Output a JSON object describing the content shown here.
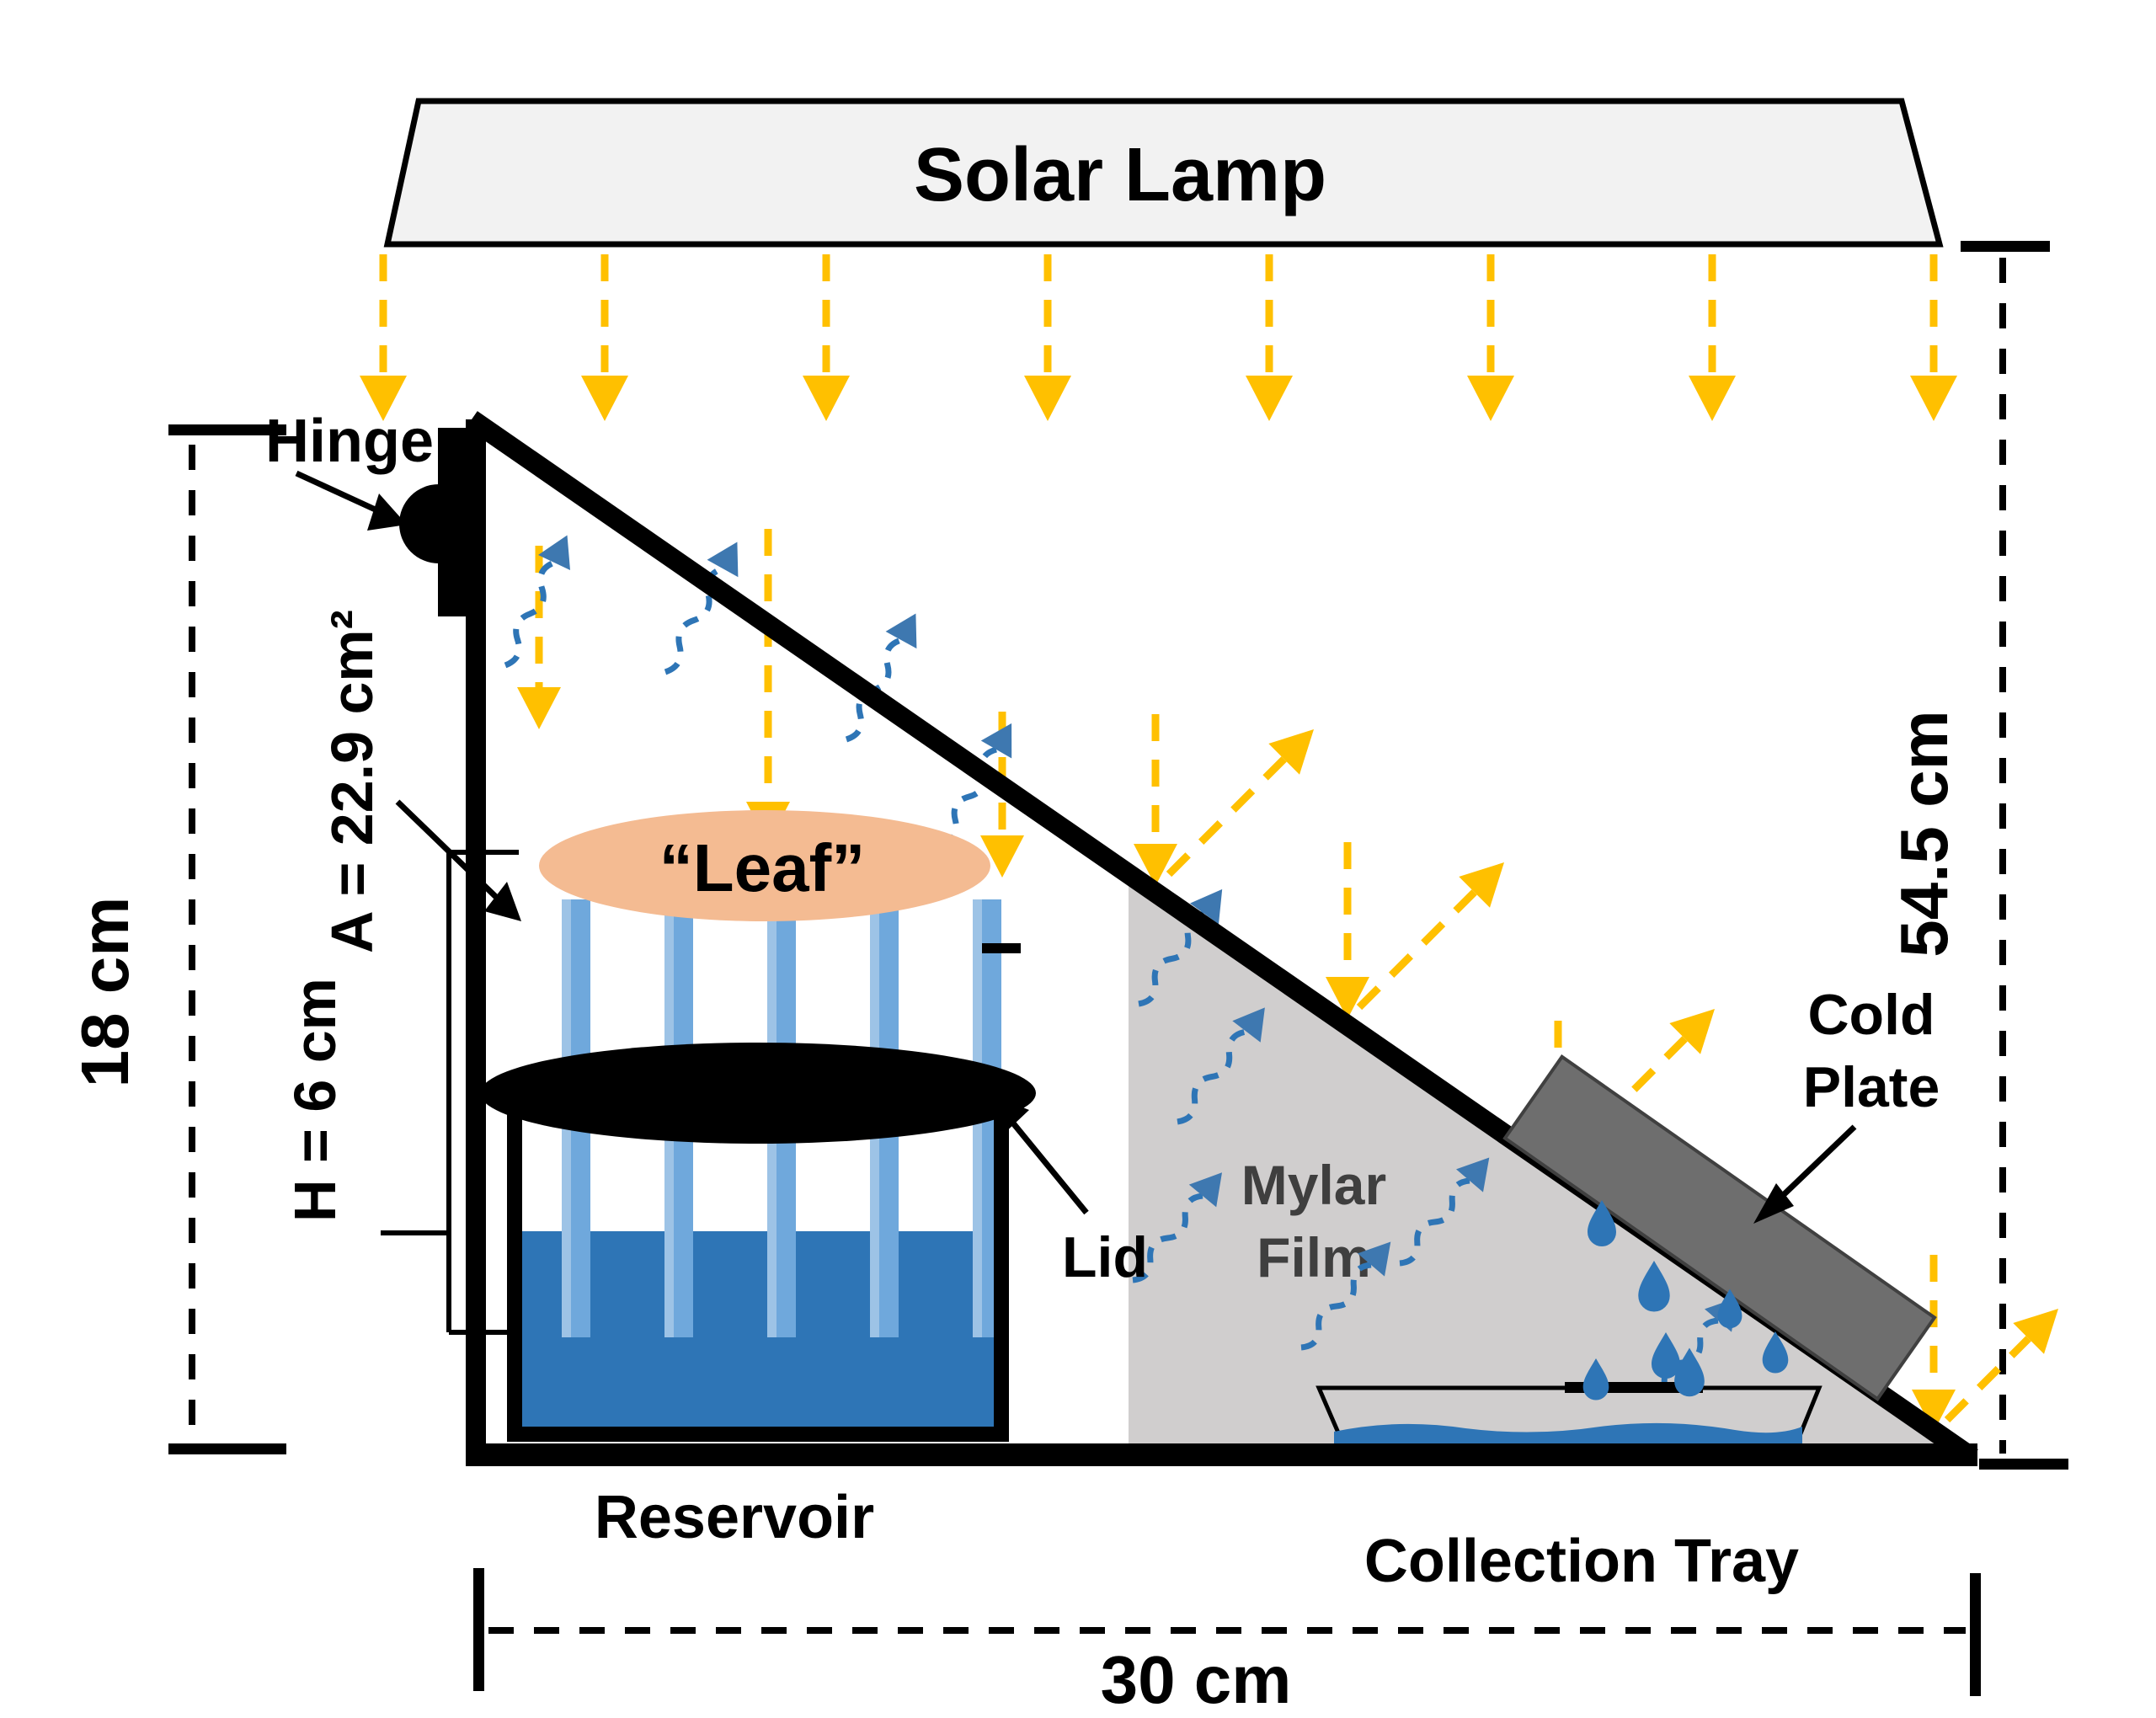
{
  "title": "Solar Lamp",
  "labels": {
    "hinge": "Hinge",
    "leaf": "“Leaf”",
    "lid": "Lid",
    "mylar_film_line1": "Mylar",
    "mylar_film_line2": "Film",
    "cold_plate_line1": "Cold",
    "cold_plate_line2": "Plate",
    "reservoir": "Reservoir",
    "collection_tray": "Collection Tray"
  },
  "dimensions": {
    "left_height": "18 cm",
    "lamp_to_base_height": "54.5 cm",
    "base_width": "30 cm",
    "leaf_area": "A = 22.9 cm²",
    "capillary_height": "H = 6 cm"
  },
  "colors": {
    "light_ray_yellow": "#FFC000",
    "vapor_blue": "#2E75B6",
    "vapor_head_blue": "#3E78B0",
    "water_blue": "#2E75B6",
    "tube_blue": "#6FA8DC",
    "tube_highlight_blue": "#9DC3E6",
    "leaf_peach": "#F4BB92",
    "mylar_gray": "#D0CECE",
    "mylar_text_gray": "#3F3F3F",
    "cold_plate_gray": "#6E6E6E",
    "cold_plate_edge_gray": "#404040",
    "lamp_gray": "#F2F2F2",
    "outline_black": "#000000"
  }
}
